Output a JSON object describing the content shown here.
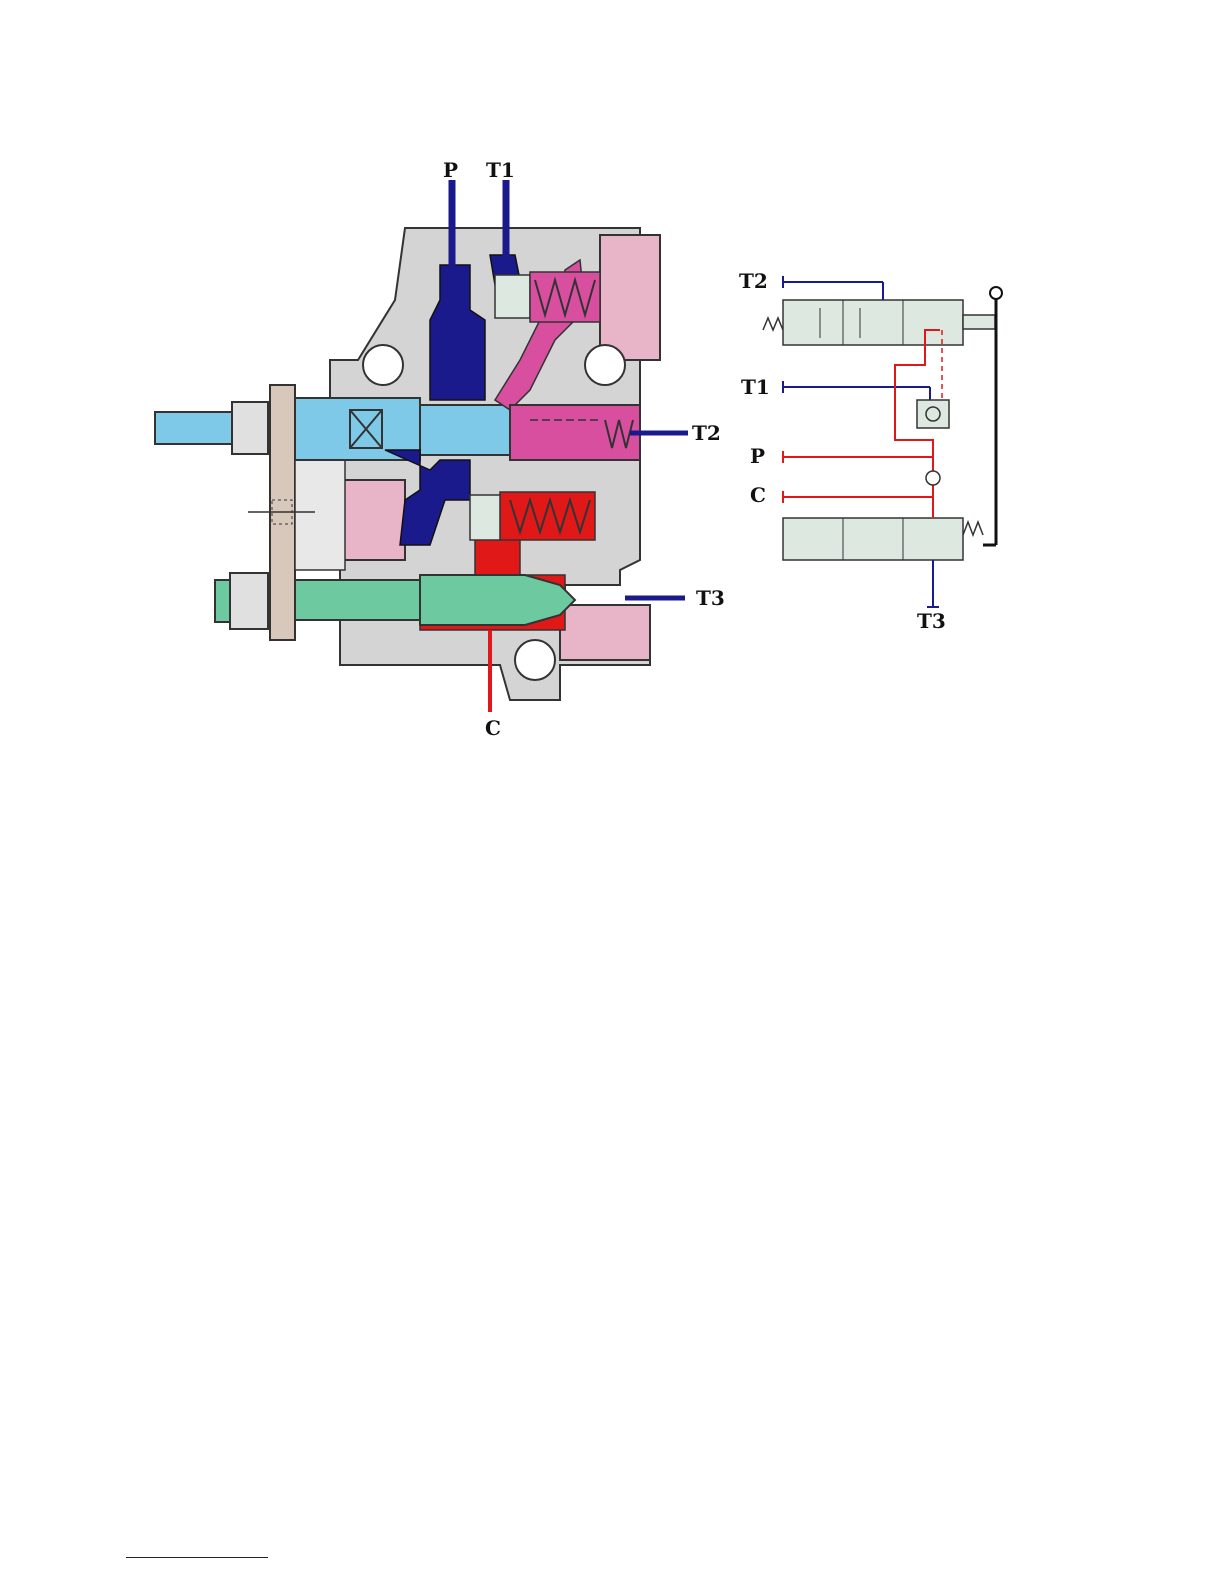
{
  "cross_section": {
    "labels": {
      "p": "P",
      "t1": "T1",
      "t2": "T2",
      "t3": "T3",
      "c": "C"
    }
  },
  "schematic": {
    "labels": {
      "t2": "T2",
      "t1": "T1",
      "p": "P",
      "c": "C",
      "t3": "T3"
    }
  },
  "colors": {
    "body": "#d4d4d4",
    "pressure_p": "#1a1a8c",
    "tank": "#1a1a8c",
    "pilot": "#d94fa0",
    "pilot_light": "#e8b4c8",
    "control_c": "#e01818",
    "spool_blue": "#7ec8e8",
    "spool_green": "#6cc9a0",
    "valve_box": "#dde8e0",
    "plate": "#d8c8bc"
  }
}
